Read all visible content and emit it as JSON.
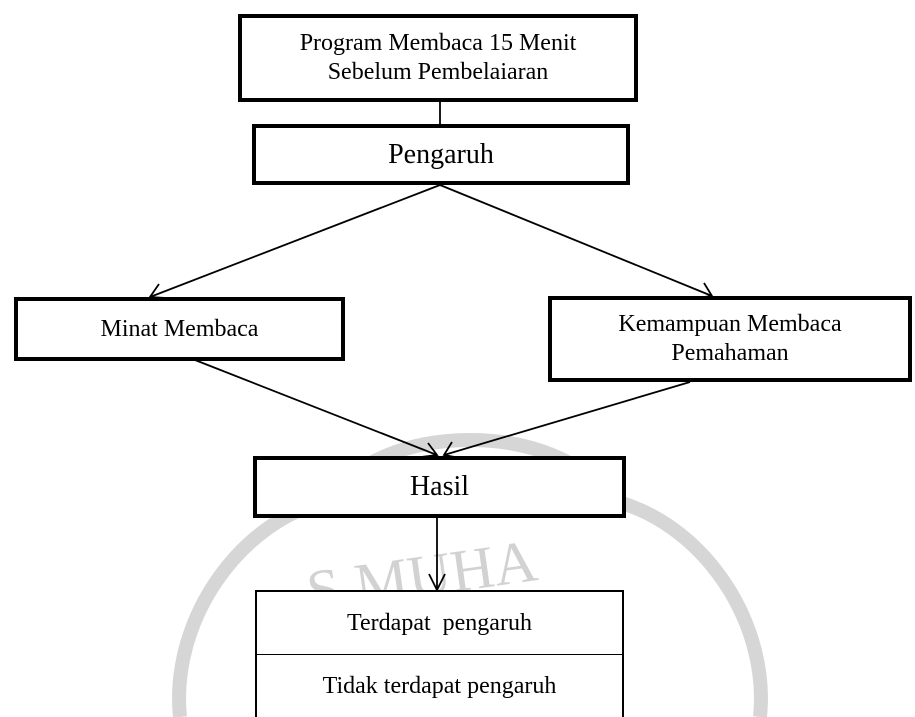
{
  "diagram": {
    "program": {
      "line1": "Program Membaca 15 Menit",
      "line2": "Sebelum Pembelaiaran"
    },
    "pengaruh": "Pengaruh",
    "minat": "Minat Membaca",
    "kemampuan": {
      "line1": "Kemampuan Membaca",
      "line2": "Pemahaman"
    },
    "hasil": "Hasil",
    "outcomes": {
      "yes": "Terdapat  pengaruh",
      "no": "Tidak terdapat pengaruh"
    }
  },
  "watermark": {
    "text": "S MUHA",
    "color": "#cfcfcf"
  }
}
